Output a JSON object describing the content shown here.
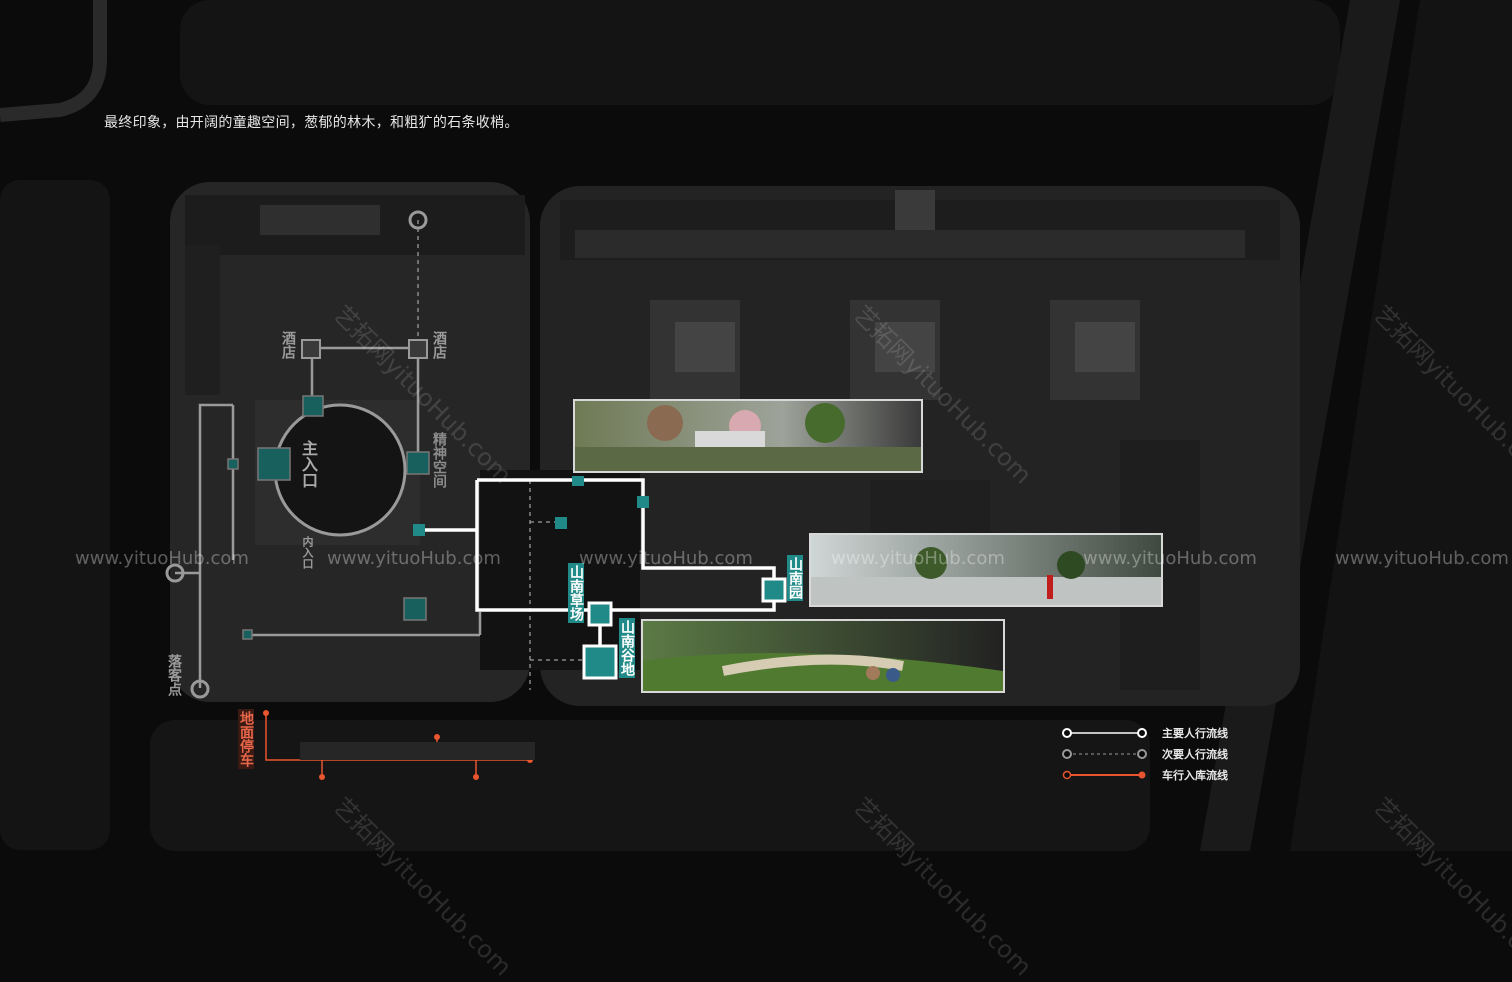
{
  "caption": "最终印象，由开阔的童趣空间，葱郁的林木，和粗犷的石条收梢。",
  "labels": {
    "hotel_left": "酒店",
    "hotel_right": "酒店",
    "main_entrance": "主入口",
    "spirit_space": "精神空间",
    "inner_entrance": "内入口",
    "plaza": "山南草场",
    "valley": "山南谷地",
    "garden": "山南园",
    "dropoff": "落客点",
    "ground_parking": "地面停车"
  },
  "legend": {
    "items": [
      {
        "label": "主要人行流线",
        "style": "solid",
        "color": "#ffffff"
      },
      {
        "label": "次要人行流线",
        "style": "dashed",
        "color": "#9a9a9a"
      },
      {
        "label": "车行入库流线",
        "style": "solid",
        "color": "#e8552f"
      }
    ]
  },
  "colors": {
    "accent_teal": "#1f8a87",
    "main_route": "#ffffff",
    "secondary_route": "#9a9a9a",
    "vehicle_route": "#e8552f"
  },
  "watermark": {
    "text": "www.yituoHub.com",
    "diag_text": "艺拓网yituoHub.com"
  }
}
